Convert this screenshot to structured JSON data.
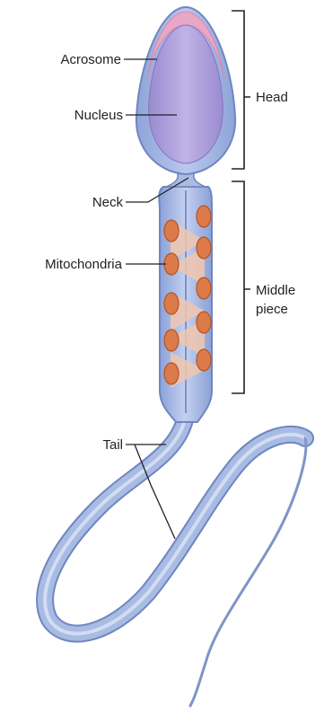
{
  "labels": {
    "acrosome": "Acrosome",
    "nucleus": "Nucleus",
    "neck": "Neck",
    "mitochondria": "Mitochondria",
    "tail": "Tail",
    "head": "Head",
    "middle_piece_line1": "Middle",
    "middle_piece_line2": "piece"
  },
  "colors": {
    "membrane": "#9fb3de",
    "membrane_edge": "#6f86c0",
    "nucleus_fill": "#a99bd6",
    "acrosome": "#e8a7c6",
    "mitochondria": "#dd7a4a",
    "mitochondria_edge": "#b25528",
    "helix": "#f1c7b0",
    "tail_fill": "#a8bbe3",
    "text": "#222222"
  }
}
